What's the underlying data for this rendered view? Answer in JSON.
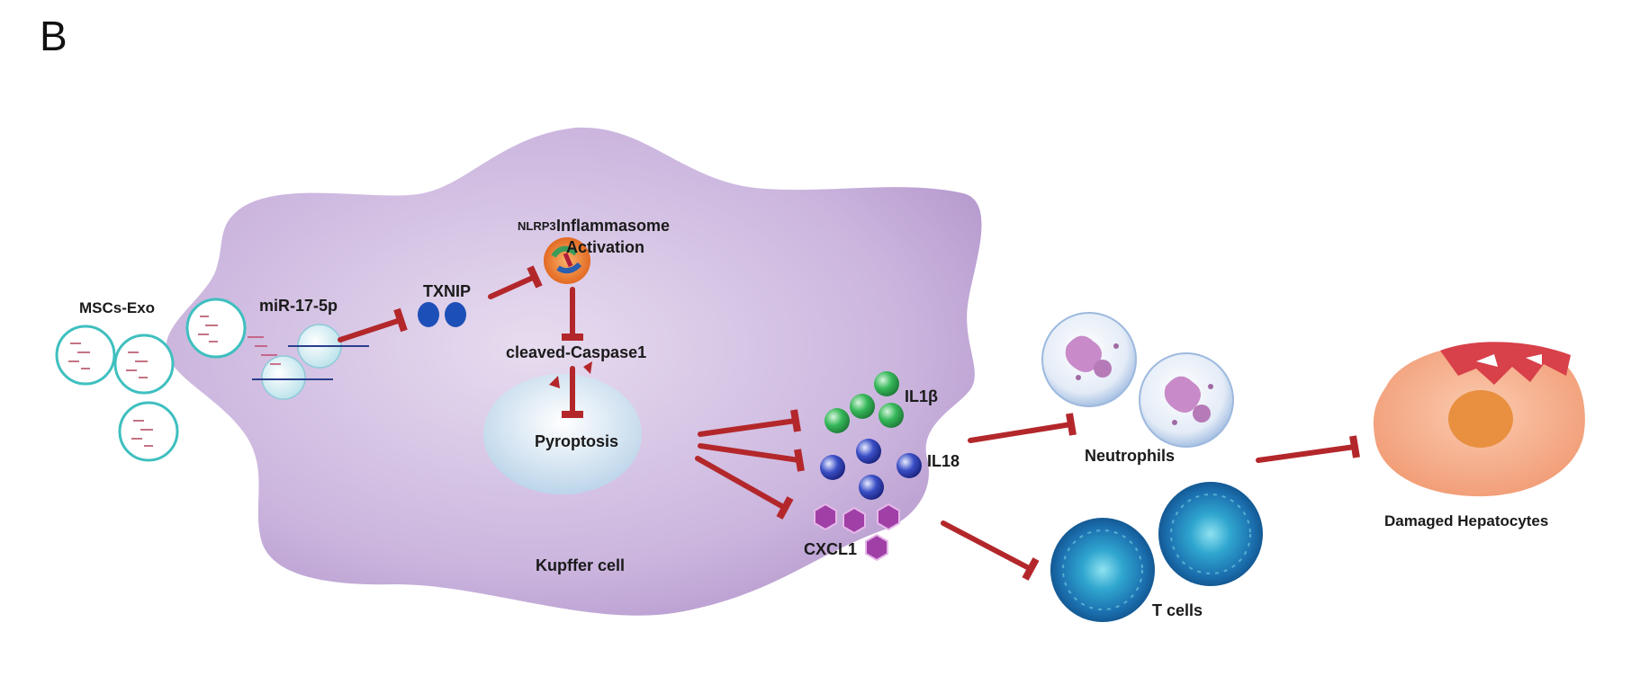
{
  "figure": {
    "panel_label": "B",
    "labels": {
      "mscs_exo": "MSCs-Exo",
      "mirna": "miR-17-5p",
      "txnip": "TXNIP",
      "nlrp3_small": "NLRP3",
      "inflammasome": "Inflammasome",
      "activation": "Activation",
      "caspase": "cleaved-Caspase1",
      "pyroptosis": "Pyroptosis",
      "kupffer": "Kupffer cell",
      "il1b": "IL1β",
      "il18": "IL18",
      "cxcl1": "CXCL1",
      "neutrophils": "Neutrophils",
      "tcells": "T cells",
      "hepatocytes": "Damaged Hepatocytes"
    },
    "colors": {
      "inhibition": "#b3272b",
      "kupffer_cell": "#c9b2dc",
      "exosome": "#3fbfbf",
      "il1b": "#2fa84f",
      "il18": "#2c3fb0",
      "cxcl1": "#a040a6",
      "tcell": "#1f79b8",
      "hepatocyte": "#f2a57c"
    }
  }
}
